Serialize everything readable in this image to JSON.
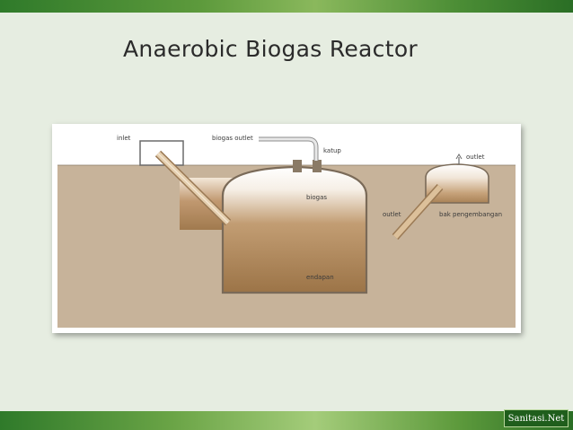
{
  "slide": {
    "title": "Anaerobic Biogas Reactor",
    "footer_badge": "Sanitasi.Net"
  },
  "diagram": {
    "labels": {
      "inlet": "inlet",
      "biogas_outlet": "biogas outlet",
      "katup": "katup",
      "biogas": "biogas",
      "outlet_pipe": "outlet",
      "outlet_top": "outlet",
      "bak_pengembangan": "bak pengembangan",
      "endapan": "endapan"
    }
  },
  "colors": {
    "soil": "#c7b39a",
    "slurry_dark": "#a27a4e",
    "gas_light": "#ffffff",
    "pipe": "#c89a60",
    "brand_green": "#2f7a2a"
  }
}
